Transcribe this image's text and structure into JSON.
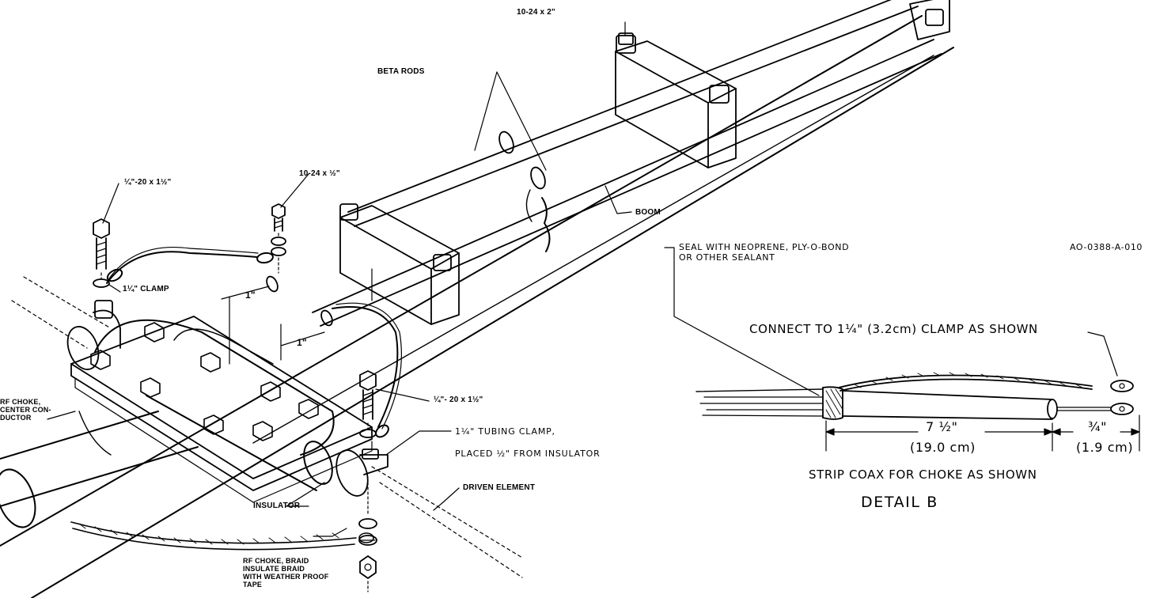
{
  "labels": {
    "bolt_top": "10-24 x 2\"",
    "beta_rods": "BETA RODS",
    "bolt_mid": "10-24 x ½\"",
    "bolt_left": "¼\"-20 x 1½\"",
    "boom": "BOOM",
    "clamp_small": "1¼\" CLAMP",
    "dim_1a": "1\"",
    "dim_1b": "1\"",
    "rf_choke_center": "RF CHOKE,\nCENTER CON-\nDUCTOR",
    "bolt_right": "¼\"- 20 x 1½\"",
    "tubing_clamp_1": "1¼\" TUBING CLAMP,",
    "tubing_clamp_2": "PLACED ½\" FROM INSULATOR",
    "driven_element": "DRIVEN ELEMENT",
    "insulator": "INSULATOR",
    "rf_choke_braid": "RF CHOKE, BRAID\nINSULATE BRAID\nWITH WEATHER PROOF\nTAPE"
  },
  "detail": {
    "seal_note": "SEAL WITH NEOPRENE, PLY-O-BOND\nOR OTHER SEALANT",
    "part_number": "AO-0388-A-010",
    "connect_note": "CONNECT TO 1¼\" (3.2cm) CLAMP AS SHOWN",
    "dim_long": "7 ½\"",
    "dim_long_metric": "(19.0 cm)",
    "dim_short": "¾\"",
    "dim_short_metric": "(1.9 cm)",
    "strip_note": "STRIP COAX FOR CHOKE AS SHOWN",
    "title": "DETAIL  B"
  }
}
